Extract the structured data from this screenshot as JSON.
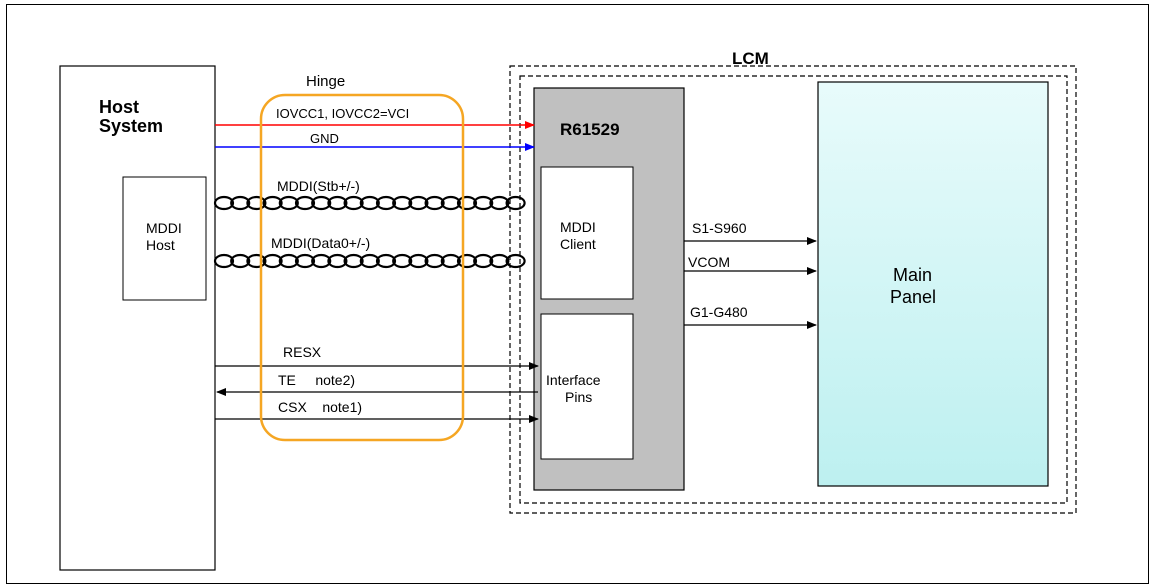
{
  "diagram": {
    "host": {
      "title_line1": "Host",
      "title_line2": "System",
      "mddi_line1": "MDDI",
      "mddi_line2": "Host"
    },
    "hinge": {
      "label": "Hinge"
    },
    "lcm": {
      "label": "LCM"
    },
    "driver": {
      "label": "R61529",
      "mddi_client_line1": "MDDI",
      "mddi_client_line2": "Client",
      "interface_line1": "Interface",
      "interface_line2": "Pins"
    },
    "panel": {
      "line1": "Main",
      "line2": "Panel"
    },
    "signals": {
      "power": "IOVCC1, IOVCC2=VCI",
      "gnd": "GND",
      "mddi_stb": "MDDI(Stb+/-)",
      "mddi_data": "MDDI(Data0+/-)",
      "resx": "RESX",
      "te": "TE     note2)",
      "csx": "CSX    note1)",
      "source": "S1-S960",
      "vcom": "VCOM",
      "gate": "G1-G480"
    },
    "colors": {
      "power_line": "#ff0000",
      "gnd_line": "#0000ff",
      "hinge_outline": "#f5a623",
      "driver_fill": "#c0c0c0",
      "panel_fill_top": "#e8fbfb",
      "panel_fill_bottom": "#bdf0f0"
    }
  }
}
